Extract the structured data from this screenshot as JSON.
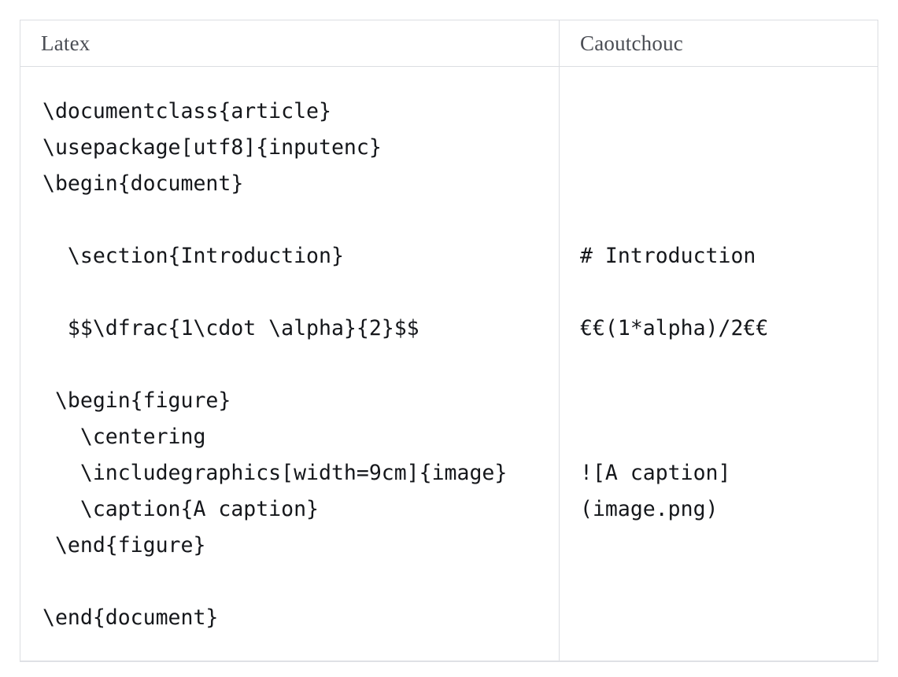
{
  "table": {
    "columns": [
      {
        "header": "Latex"
      },
      {
        "header": "Caoutchouc"
      }
    ],
    "rows": [
      {
        "latex_code": "\\documentclass{article}\n\\usepackage[utf8]{inputenc}\n\\begin{document}\n\n  \\section{Introduction}\n\n  $$\\dfrac{1\\cdot \\alpha}{2}$$\n\n \\begin{figure}\n   \\centering\n   \\includegraphics[width=9cm]{image}\n   \\caption{A caption}\n \\end{figure}\n\n\\end{document}",
        "caoutchouc_code": "\n\n\n\n# Introduction\n\n€€(1*alpha)/2€€\n\n\n\n![A caption]\n(image.png)"
      }
    ],
    "colors": {
      "border": "#dcdee2",
      "header_text": "#4a4d54",
      "code_text": "#15171b",
      "background": "#ffffff"
    }
  }
}
